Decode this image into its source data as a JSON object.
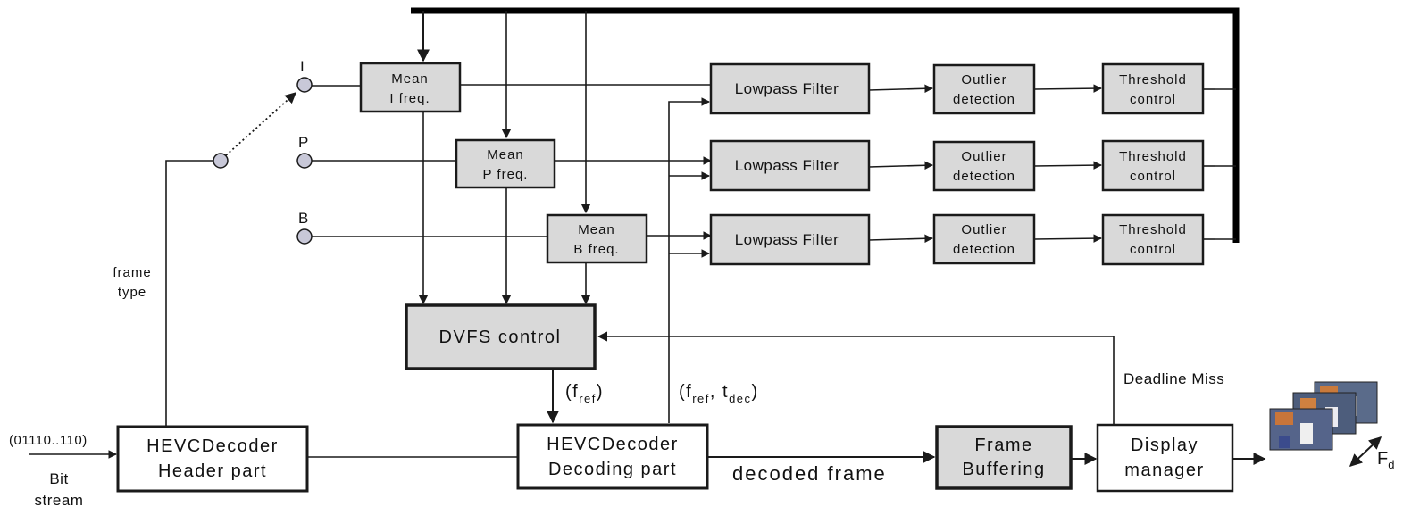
{
  "switch": {
    "label_i": "I",
    "label_p": "P",
    "label_b": "B",
    "frame_type_line1": "frame",
    "frame_type_line2": "type"
  },
  "mean_blocks": [
    {
      "line1": "Mean",
      "line2": "I freq."
    },
    {
      "line1": "Mean",
      "line2": "P freq."
    },
    {
      "line1": "Mean",
      "line2": "B freq."
    }
  ],
  "lowpass_label": "Lowpass Filter",
  "outlier": {
    "line1": "Outlier",
    "line2": "detection"
  },
  "threshold": {
    "line1": "Threshold",
    "line2": "control"
  },
  "dvfs_label": "DVFS control",
  "header_decoder": {
    "line1": "HEVCDecoder",
    "line2": "Header part"
  },
  "decoding_decoder": {
    "line1": "HEVCDecoder",
    "line2": "Decoding part"
  },
  "frame_buffering": {
    "line1": "Frame",
    "line2": "Buffering"
  },
  "display_manager": {
    "line1": "Display",
    "line2": "manager"
  },
  "bitstream": {
    "code": "(01110..110)",
    "line1": "Bit",
    "line2": "stream"
  },
  "labels": {
    "fref_open": "(f",
    "fref_sub": "ref",
    "fref_close": ")",
    "fref_tdec_open": "(f",
    "fref_tdec_sub1": "ref",
    "fref_tdec_mid": ", t",
    "fref_tdec_sub2": "dec",
    "fref_tdec_close": ")",
    "decoded_frame": "decoded frame",
    "deadline_miss": "Deadline Miss",
    "fd_main": "F",
    "fd_sub": "d"
  }
}
